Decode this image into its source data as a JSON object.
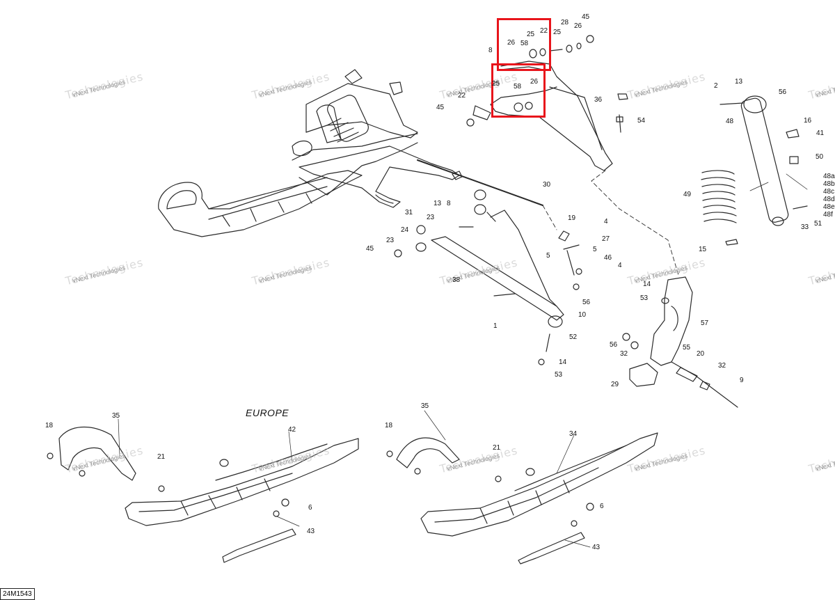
{
  "diagram": {
    "code": "24M1543",
    "region_title": "EUROPE",
    "watermark": {
      "line1": "vNext",
      "line2": "Technologies",
      "full": "vNext Technologies"
    },
    "highlight_color": "#e8141b",
    "callouts": [
      "45",
      "28",
      "26",
      "22",
      "25",
      "26",
      "58",
      "25",
      "8",
      "36",
      "13",
      "56",
      "2",
      "22",
      "45",
      "58",
      "26",
      "25",
      "54",
      "48",
      "16",
      "41",
      "50",
      "48a",
      "48b",
      "48c",
      "48d",
      "48e",
      "48f",
      "49",
      "51",
      "33",
      "15",
      "30",
      "13",
      "8",
      "31",
      "23",
      "24",
      "23",
      "45",
      "19",
      "4",
      "27",
      "5",
      "5",
      "46",
      "4",
      "38",
      "56",
      "10",
      "1",
      "52",
      "14",
      "53",
      "57",
      "14",
      "53",
      "56",
      "32",
      "55",
      "20",
      "32",
      "29",
      "9",
      "35",
      "42",
      "18",
      "21",
      "6",
      "43",
      "35",
      "34",
      "18",
      "21",
      "6",
      "43"
    ]
  }
}
